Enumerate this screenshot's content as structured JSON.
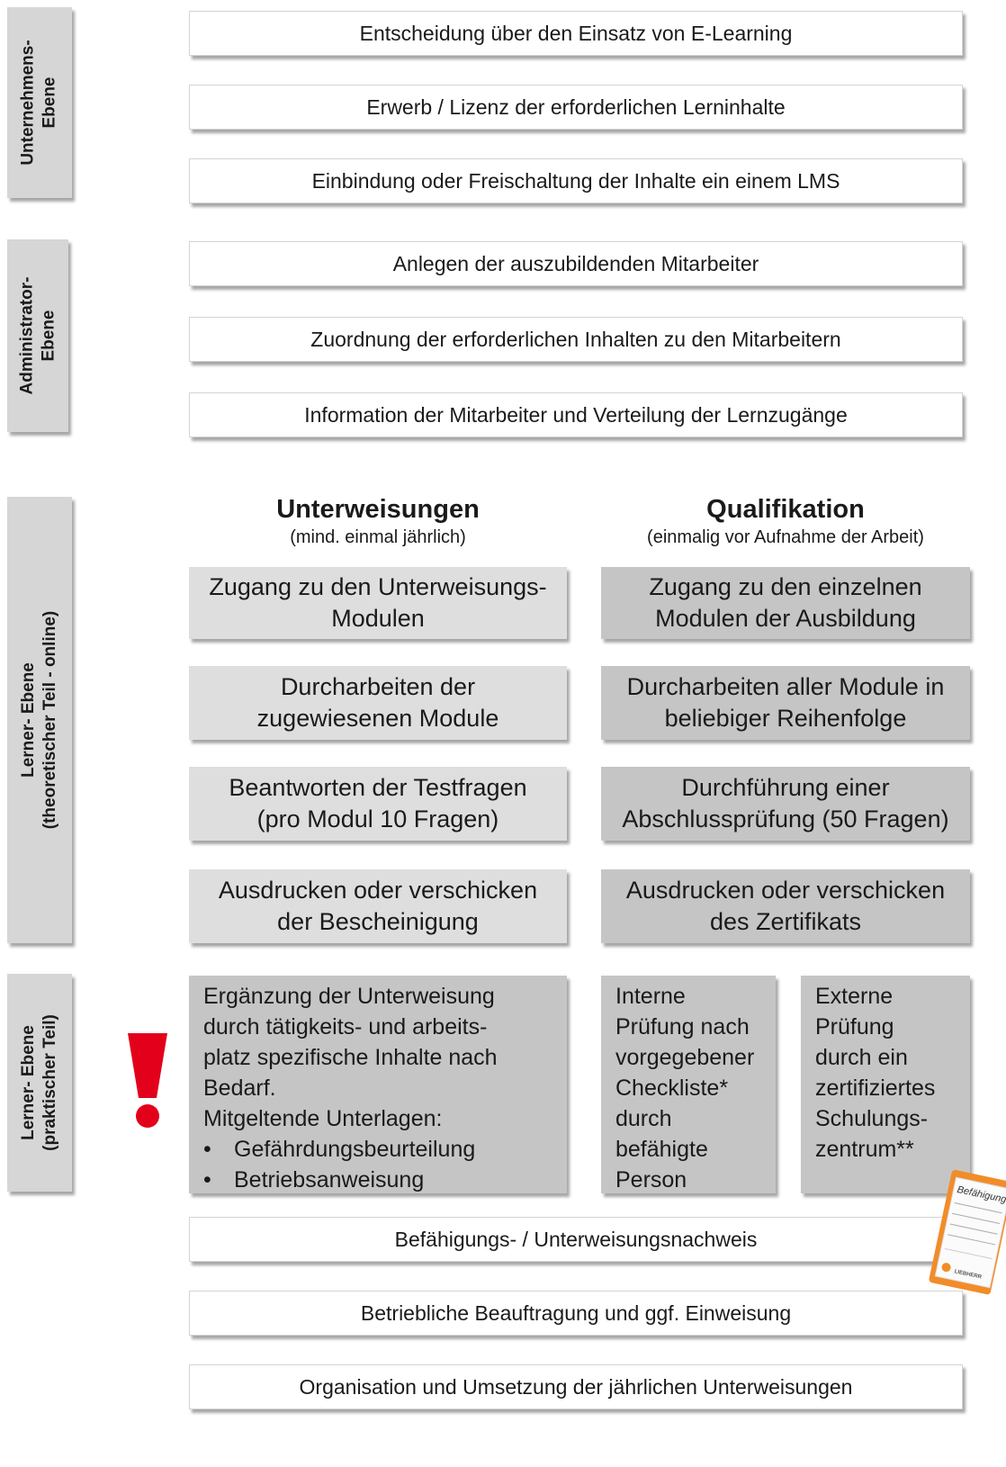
{
  "side_labels": {
    "company": [
      "Unternehmens-",
      "Ebene"
    ],
    "admin": [
      "Administrator-",
      "Ebene"
    ],
    "learner_online": [
      "Lerner- Ebene",
      "(theoretischer Teil - online)"
    ],
    "learner_practical": [
      "Lerner- Ebene",
      "(praktischer Teil)"
    ]
  },
  "company_steps": [
    "Entscheidung über den Einsatz von E-Learning",
    "Erwerb / Lizenz der erforderlichen Lerninhalte",
    "Einbindung oder Freischaltung der Inhalte ein einem LMS"
  ],
  "admin_steps": [
    "Anlegen der auszubildenden Mitarbeiter",
    "Zuordnung der erforderlichen Inhalten zu den Mitarbeitern",
    "Information der Mitarbeiter und Verteilung der Lernzugänge"
  ],
  "columns": {
    "left": {
      "title": "Unterweisungen",
      "subtitle": "(mind. einmal jährlich)",
      "steps": [
        [
          "Zugang zu den Unterweisungs-",
          "Modulen"
        ],
        [
          "Durcharbeiten der",
          "zugewiesenen Module"
        ],
        [
          "Beantworten der Testfragen",
          "(pro Modul 10 Fragen)"
        ],
        [
          "Ausdrucken oder verschicken",
          "der Bescheinigung"
        ]
      ]
    },
    "right": {
      "title": "Qualifikation",
      "subtitle": "(einmalig vor Aufnahme der Arbeit)",
      "steps": [
        [
          "Zugang zu den einzelnen",
          "Modulen der Ausbildung"
        ],
        [
          "Durcharbeiten aller Module in",
          "beliebiger Reihenfolge"
        ],
        [
          "Durchführung einer",
          "Abschlussprüfung (50 Fragen)"
        ],
        [
          "Ausdrucken oder verschicken",
          "des Zertifikats"
        ]
      ]
    }
  },
  "practical": {
    "left_lines": [
      "Ergänzung der Unterweisung",
      "durch tätigkeits- und arbeits-",
      "platz spezifische Inhalte nach",
      "Bedarf.",
      "Mitgeltende Unterlagen:"
    ],
    "left_bullets": [
      "Gefährdungsbeurteilung",
      "Betriebsanweisung"
    ],
    "internal_lines": [
      "Interne",
      "Prüfung nach",
      "vorgegebener",
      "Checkliste*",
      "durch",
      "befähigte",
      "Person"
    ],
    "external_lines": [
      "Externe",
      "Prüfung",
      "durch ein",
      "zertifiziertes",
      "Schulungs-",
      "zentrum**"
    ]
  },
  "final_steps": [
    "Befähigungs- / Unterweisungsnachweis",
    "Betriebliche Beauftragung und ggf. Einweisung",
    "Organisation und Umsetzung der jährlichen Unterweisungen"
  ],
  "certificate": {
    "title": "Befähigung",
    "brand": "LIEBHERR"
  },
  "colors": {
    "light_gray": "#dedede",
    "dark_gray": "#c5c5c5",
    "side_gray": "#d6d6d6",
    "exclamation_red": "#e3001b",
    "certificate_orange": "#f28c28"
  }
}
